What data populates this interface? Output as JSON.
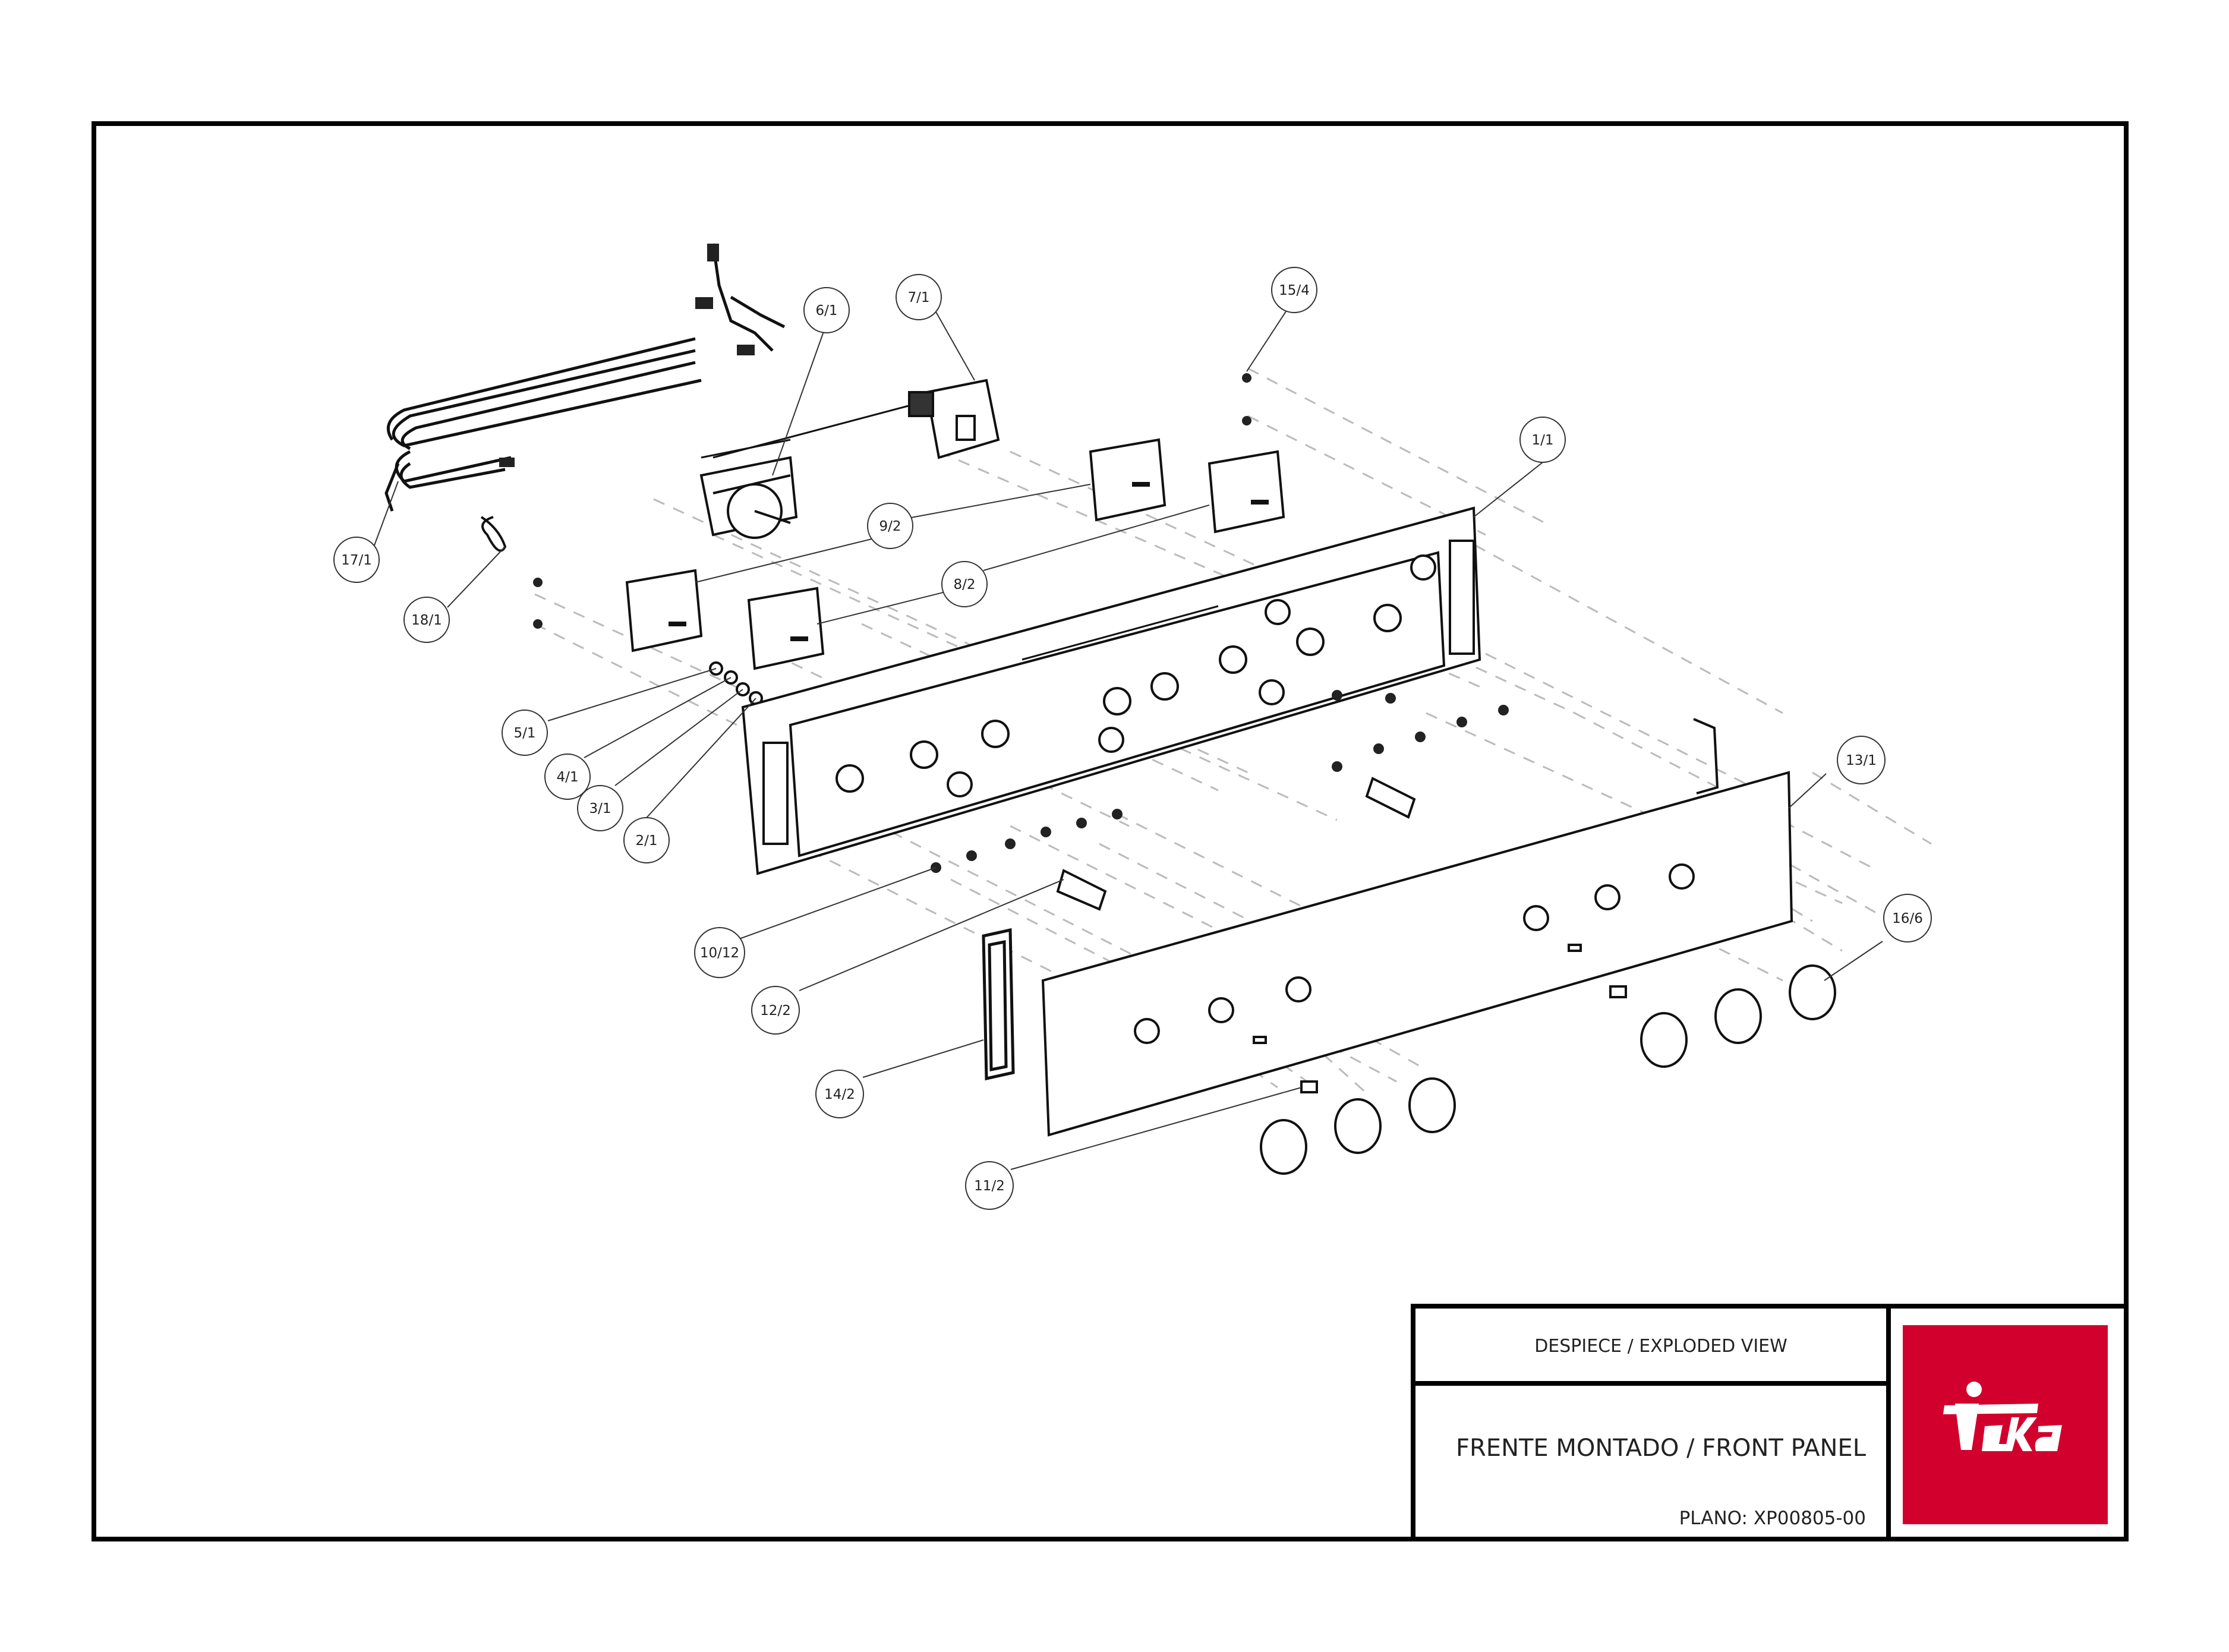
{
  "title_block": {
    "header": "DESPIECE / EXPLODED VIEW",
    "title": "FRENTE MONTADO / FRONT PANEL",
    "plano": "PLANO: XP00805-00",
    "logo_text": "Teka",
    "logo_color": "#d2002d"
  },
  "callouts": [
    {
      "id": "c-1-1",
      "label": "1/1"
    },
    {
      "id": "c-2-1",
      "label": "2/1"
    },
    {
      "id": "c-3-1",
      "label": "3/1"
    },
    {
      "id": "c-4-1",
      "label": "4/1"
    },
    {
      "id": "c-5-1",
      "label": "5/1"
    },
    {
      "id": "c-6-1",
      "label": "6/1"
    },
    {
      "id": "c-7-1",
      "label": "7/1"
    },
    {
      "id": "c-8-2",
      "label": "8/2"
    },
    {
      "id": "c-9-2",
      "label": "9/2"
    },
    {
      "id": "c-10-12",
      "label": "10/12"
    },
    {
      "id": "c-11-2",
      "label": "11/2"
    },
    {
      "id": "c-12-2",
      "label": "12/2"
    },
    {
      "id": "c-13-1",
      "label": "13/1"
    },
    {
      "id": "c-14-2",
      "label": "14/2"
    },
    {
      "id": "c-15-4",
      "label": "15/4"
    },
    {
      "id": "c-16-6",
      "label": "16/6"
    },
    {
      "id": "c-17-1",
      "label": "17/1"
    },
    {
      "id": "c-18-1",
      "label": "18/1"
    }
  ]
}
